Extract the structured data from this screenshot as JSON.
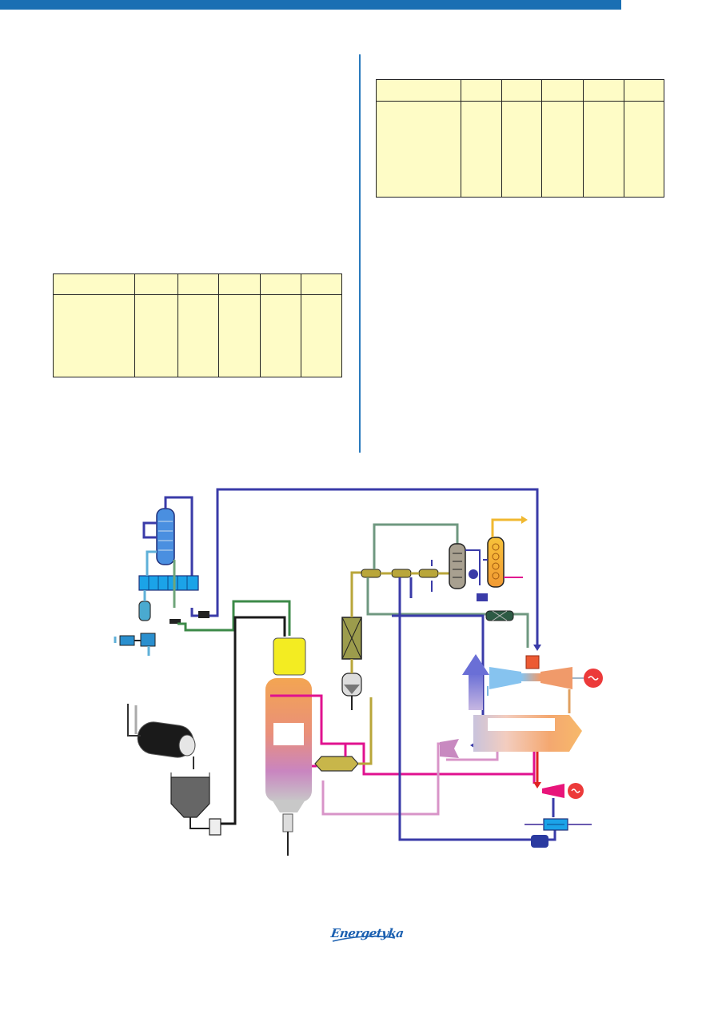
{
  "page": {
    "accent_color": "#1a6fb3",
    "table_fill": "#fefcc6"
  },
  "tables": {
    "left": {
      "columns": 6,
      "header": [
        "",
        "",
        "",
        "",
        "",
        ""
      ],
      "row": [
        "",
        "",
        "",
        "",
        "",
        ""
      ]
    },
    "right": {
      "columns": 6,
      "header": [
        "",
        "",
        "",
        "",
        "",
        ""
      ],
      "row": [
        "",
        "",
        "",
        "",
        "",
        ""
      ]
    }
  },
  "diagram": {
    "description_visible_text": "",
    "icons": [
      "distillation-column-icon",
      "gasifier-icon",
      "gas-turbine-icon",
      "generator-icon",
      "steam-turbine-icon",
      "heat-recovery-boiler-icon",
      "coal-mill-icon",
      "hopper-icon",
      "pump-icon",
      "heat-exchanger-icon",
      "reactor-icon",
      "cyclone-icon",
      "stack-icon"
    ]
  },
  "logo": {
    "text": "Energetyka"
  }
}
